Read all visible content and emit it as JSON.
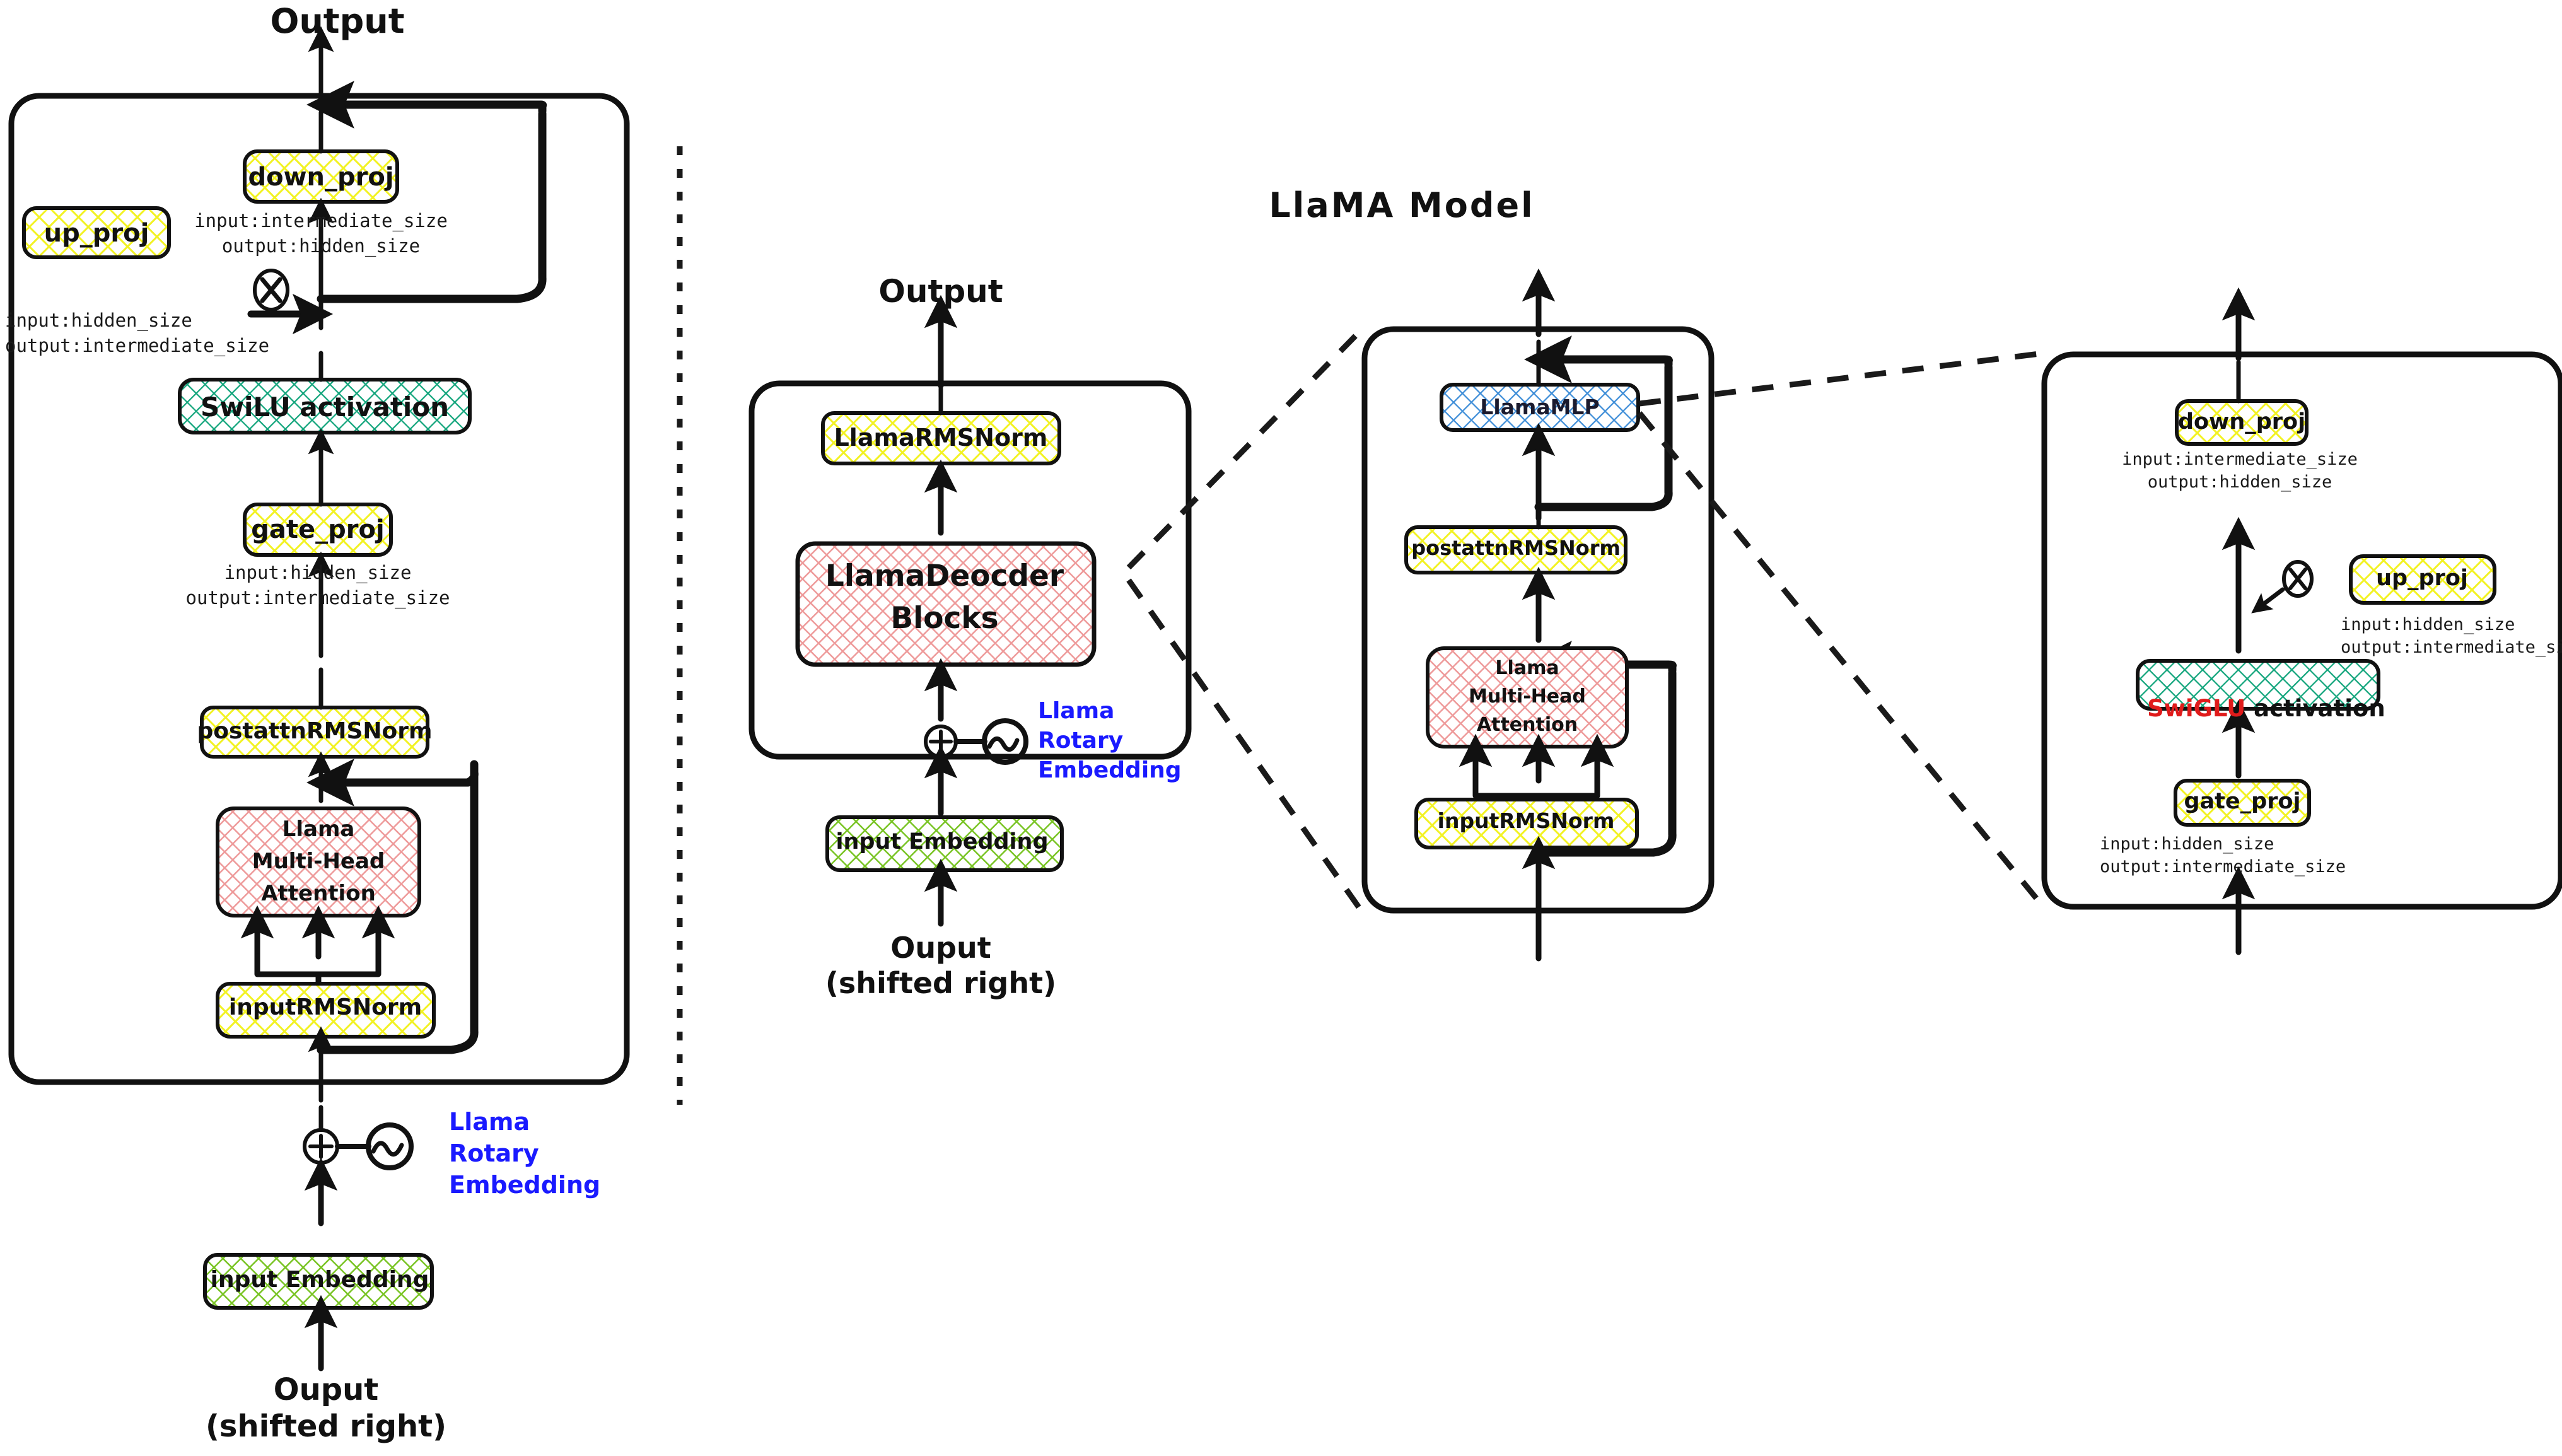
{
  "diagram": {
    "title": "LlaMA Model",
    "panels": {
      "left_mlp": {
        "name": "LlamaMLP detail (left)",
        "top_label": "Output",
        "bottom_label_line1": "Ouput",
        "bottom_label_line2": "(shifted right)",
        "rotary_label_line1": "Llama",
        "rotary_label_line2": "Rotary",
        "rotary_label_line3": "Embedding",
        "multiply_symbol": "X",
        "plus_symbol": "+",
        "blocks": {
          "down_proj": "down_proj",
          "down_proj_io_in": "input:intermediate_size",
          "down_proj_io_out": "output:hidden_size",
          "up_proj": "up_proj",
          "up_proj_io_in": "input:hidden_size",
          "up_proj_io_out": "output:intermediate_size",
          "swiglu": "SwiLU activation",
          "gate_proj": "gate_proj",
          "gate_proj_io_in": "input:hidden_size",
          "gate_proj_io_out": "output:intermediate_size",
          "postattn": "postattnRMSNorm",
          "attention_l1": "Llama",
          "attention_l2": "Multi-Head",
          "attention_l3": "Attention",
          "inputnorm": "inputRMSNorm",
          "embedding": "input Embedding"
        }
      },
      "model": {
        "name": "LlaMA Model overview",
        "top_label": "Output",
        "bottom_label_line1": "Ouput",
        "bottom_label_line2": "(shifted right)",
        "rotary_label_line1": "Llama",
        "rotary_label_line2": "Rotary",
        "rotary_label_line3": "Embedding",
        "plus_symbol": "+",
        "blocks": {
          "rmsnorm": "LlamaRMSNorm",
          "decoder_l1": "LlamaDeocder",
          "decoder_l2": "Blocks",
          "embedding": "input Embedding"
        }
      },
      "decoder": {
        "name": "LlamaDecoder block detail",
        "blocks": {
          "mlp": "LlamaMLP",
          "postattn": "postattnRMSNorm",
          "attention_l1": "Llama",
          "attention_l2": "Multi-Head",
          "attention_l3": "Attention",
          "inputnorm": "inputRMSNorm"
        }
      },
      "mlp": {
        "name": "LlamaMLP detail (right)",
        "multiply_symbol": "X",
        "blocks": {
          "down_proj": "down_proj",
          "down_proj_io_in": "input:intermediate_size",
          "down_proj_io_out": "output:hidden_size",
          "up_proj": "up_proj",
          "up_proj_io_in": "input:hidden_size",
          "up_proj_io_out": "output:intermediate_size",
          "swiglu_red": "SwiGLU",
          "swiglu_rest": " activation",
          "gate_proj": "gate_proj",
          "gate_proj_io_in": "input:hidden_size",
          "gate_proj_io_out": "output:intermediate_size"
        }
      }
    },
    "colors": {
      "yellow": "#f5f52e",
      "teal": "#11a87e",
      "green": "#77c423",
      "red": "#e98a8a",
      "blue_box": "#3a86d6",
      "ink": "#111111",
      "annotation_blue": "#1a1aff",
      "accent_red": "#e01b1b"
    }
  }
}
